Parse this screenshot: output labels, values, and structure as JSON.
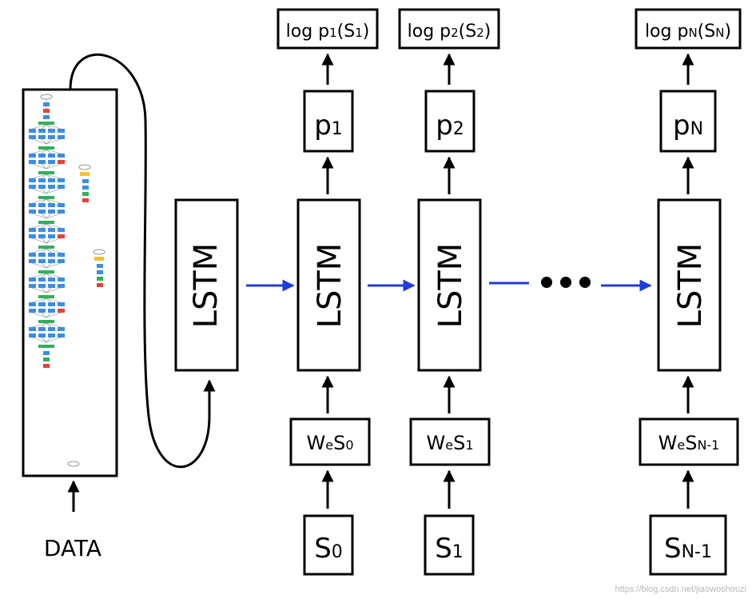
{
  "inputs": {
    "data": "DATA",
    "s0_base": "S",
    "s0_sub": "0",
    "s1_base": "S",
    "s1_sub": "1",
    "sn_base": "S",
    "sn_sub": "N-1"
  },
  "embed": {
    "w": "W",
    "e": "e",
    "s0": "S",
    "s0_sub": "0",
    "s1": "S",
    "s1_sub": "1",
    "sn": "S",
    "sn_sub": "N-1"
  },
  "lstm_label": "LSTM",
  "probs": {
    "p1_base": "p",
    "p1_sub": "1",
    "p2_base": "p",
    "p2_sub": "2",
    "pn_base": "p",
    "pn_sub": "N"
  },
  "logs": {
    "l1_prefix": "log p",
    "l1_sub": "1",
    "l1_open": "(S",
    "l1_ssub": "1",
    "l1_close": ")",
    "l2_prefix": "log p",
    "l2_sub": "2",
    "l2_open": "(S",
    "l2_ssub": "2",
    "l2_close": ")",
    "ln_prefix": "log p",
    "ln_sub": "N",
    "ln_open": "(S",
    "ln_ssub": "N",
    "ln_close": ")"
  },
  "ellipsis": "●●●",
  "watermark": "https://blog.csdn.net/jiaowoshouzi",
  "colors": {
    "arrow_recurrent": "#1f3be0",
    "stroke": "#000000"
  }
}
